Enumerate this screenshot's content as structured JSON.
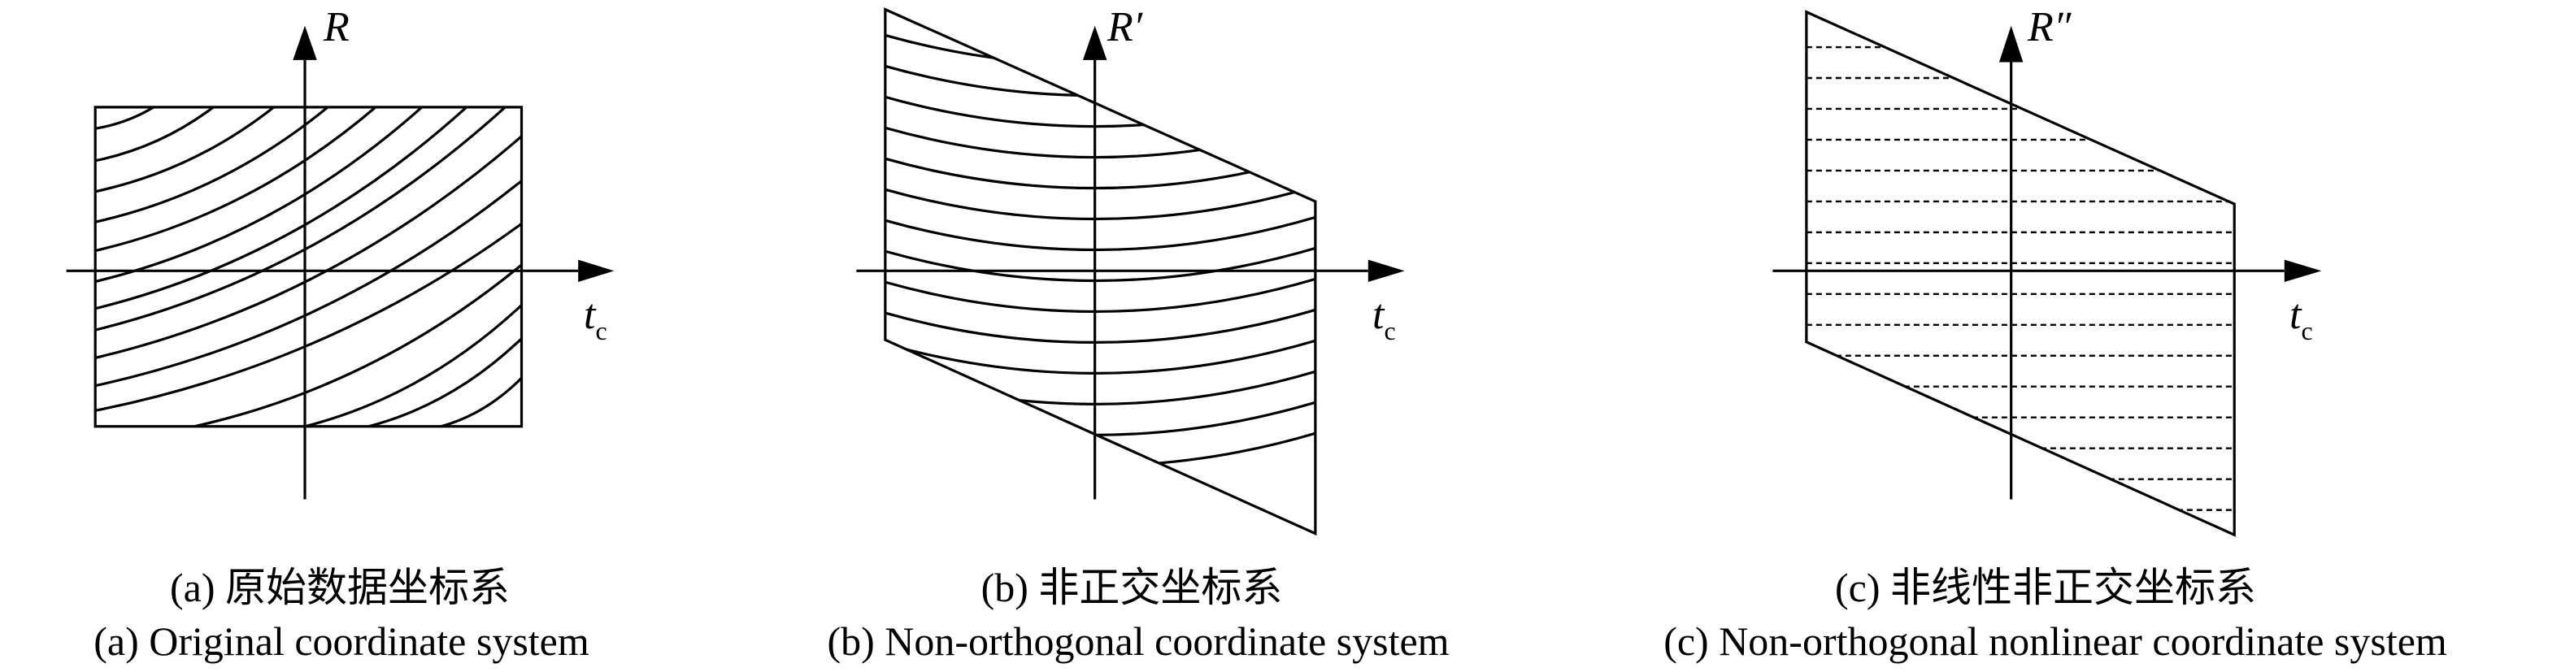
{
  "panels": [
    {
      "id": "a",
      "y_axis_label": "R",
      "x_axis_label": "t",
      "x_axis_subscript": "c",
      "caption_cn": "(a) 原始数据坐标系",
      "caption_en": "(a) Original coordinate system"
    },
    {
      "id": "b",
      "y_axis_label": "R′",
      "x_axis_label": "t",
      "x_axis_subscript": "c",
      "caption_cn": "(b) 非正交坐标系",
      "caption_en": "(b) Non-orthogonal coordinate system"
    },
    {
      "id": "c",
      "y_axis_label": "R″",
      "x_axis_label": "t",
      "x_axis_subscript": "c",
      "caption_cn": "(c) 非线性非正交坐标系",
      "caption_en": "(c) Non-orthogonal nonlinear coordinate system"
    }
  ],
  "colors": {
    "line": "#000000",
    "background": "#ffffff"
  }
}
